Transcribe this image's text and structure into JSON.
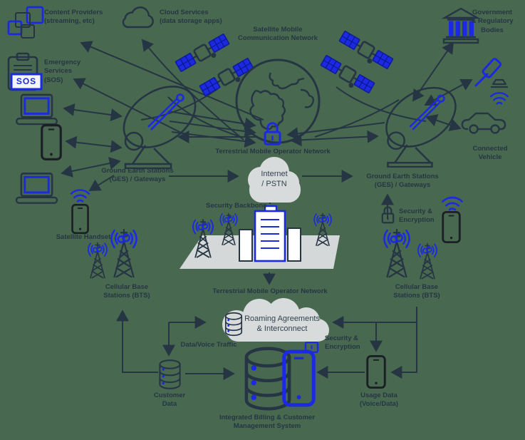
{
  "diagram": {
    "title": "Satellite Mobile Communication Network",
    "colors": {
      "background": "#48694f",
      "line": "#263544",
      "accent_blue": "#1b2ae0",
      "cloud_gray": "#d8dbdc",
      "platform_gray": "#d4d8d9"
    }
  },
  "labels": {
    "content_providers": "Content Providers\n(streaming, etc)",
    "emergency_services": "Emergency\nServices\n(SOS)",
    "sos_badge": "SOS",
    "cloud_services": "Cloud Services\n(data storage apps)",
    "network_title": "Satellite Mobile\nCommunication Network",
    "government": "Government\n& Regulatory\nBodies",
    "ges_left": "Ground Earth Stations\n(GES) / Gateways",
    "ges_right": "Ground Earth Stations\n(GES) / Gateways",
    "connected_vehicle": "Connected\nVehicle",
    "tmon_top": "Terrestrial Mobile Operator Network",
    "internet_pstn": "Internet\n/ PSTN",
    "security_backbone": "Security Backbone",
    "tmon_bottom": "Terrestrial Mobile Operator Network",
    "satellite_handset": "Satellite Handset",
    "bts_left": "Cellular Base\nStations (BTS)",
    "bts_right": "Cellular Base\nStations (BTS)",
    "security_encryption_right": "Security &\nEncryption",
    "security_encryption_bottom": "Security &\nEncryption",
    "roaming": "Roaming Agreements\n& Interconnect",
    "data_voice_traffic": "Data/Voice Traffic",
    "customer_data": "Customer\nData",
    "billing_system": "Integrated Billing & Customer\nManagement System",
    "usage_data": "Usage Data\n(Voice/Data)"
  }
}
